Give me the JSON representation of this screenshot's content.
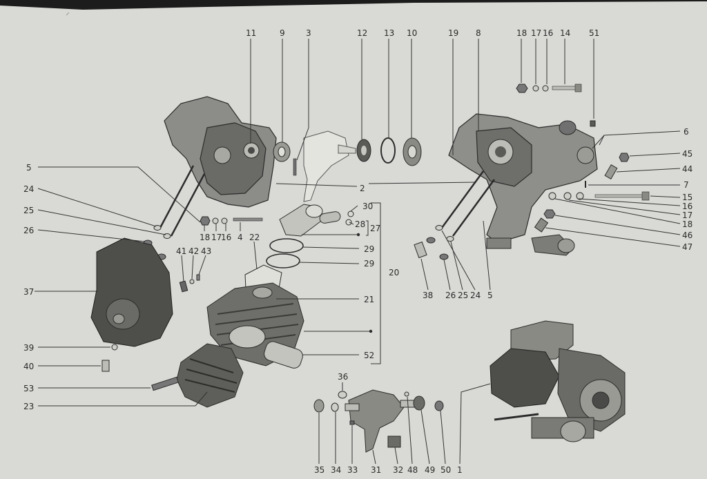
{
  "callouts": {
    "c11": "11",
    "c9": "9",
    "c3": "3",
    "c12": "12",
    "c13": "13",
    "c10": "10",
    "c19": "19",
    "c8": "8",
    "c18a": "18",
    "c17a": "17",
    "c16a": "16",
    "c14": "14",
    "c51": "51",
    "c6": "6",
    "c45": "45",
    "c44": "44",
    "c7": "7",
    "c15": "15",
    "c16b": "16",
    "c17b": "17",
    "c18b": "18",
    "c46": "46",
    "c47": "47",
    "c5a": "5",
    "c24a": "24",
    "c25a": "25",
    "c26a": "26",
    "c37": "37",
    "c39": "39",
    "c40": "40",
    "c53": "53",
    "c23": "23",
    "c2": "2",
    "c30": "30",
    "c28": "28",
    "c27": "27",
    "c29a": "29",
    "c29b": "29",
    "c20": "20",
    "c21": "21",
    "c52": "52",
    "c18c": "18",
    "c17c": "17",
    "c16c": "16",
    "c4": "4",
    "c22": "22",
    "c41": "41",
    "c42": "42",
    "c43": "43",
    "c38": "38",
    "c26b": "26",
    "c25b": "25",
    "c24b": "24",
    "c5b": "5",
    "c36": "36",
    "c35": "35",
    "c34": "34",
    "c33": "33",
    "c31": "31",
    "c32": "32",
    "c48": "48",
    "c49": "49",
    "c50": "50",
    "c1": "1"
  },
  "palette": {
    "paper": "#d9dad5",
    "ink": "#2a2a2a",
    "shade": "#4a4a48",
    "edge": "#1c1c1c"
  }
}
